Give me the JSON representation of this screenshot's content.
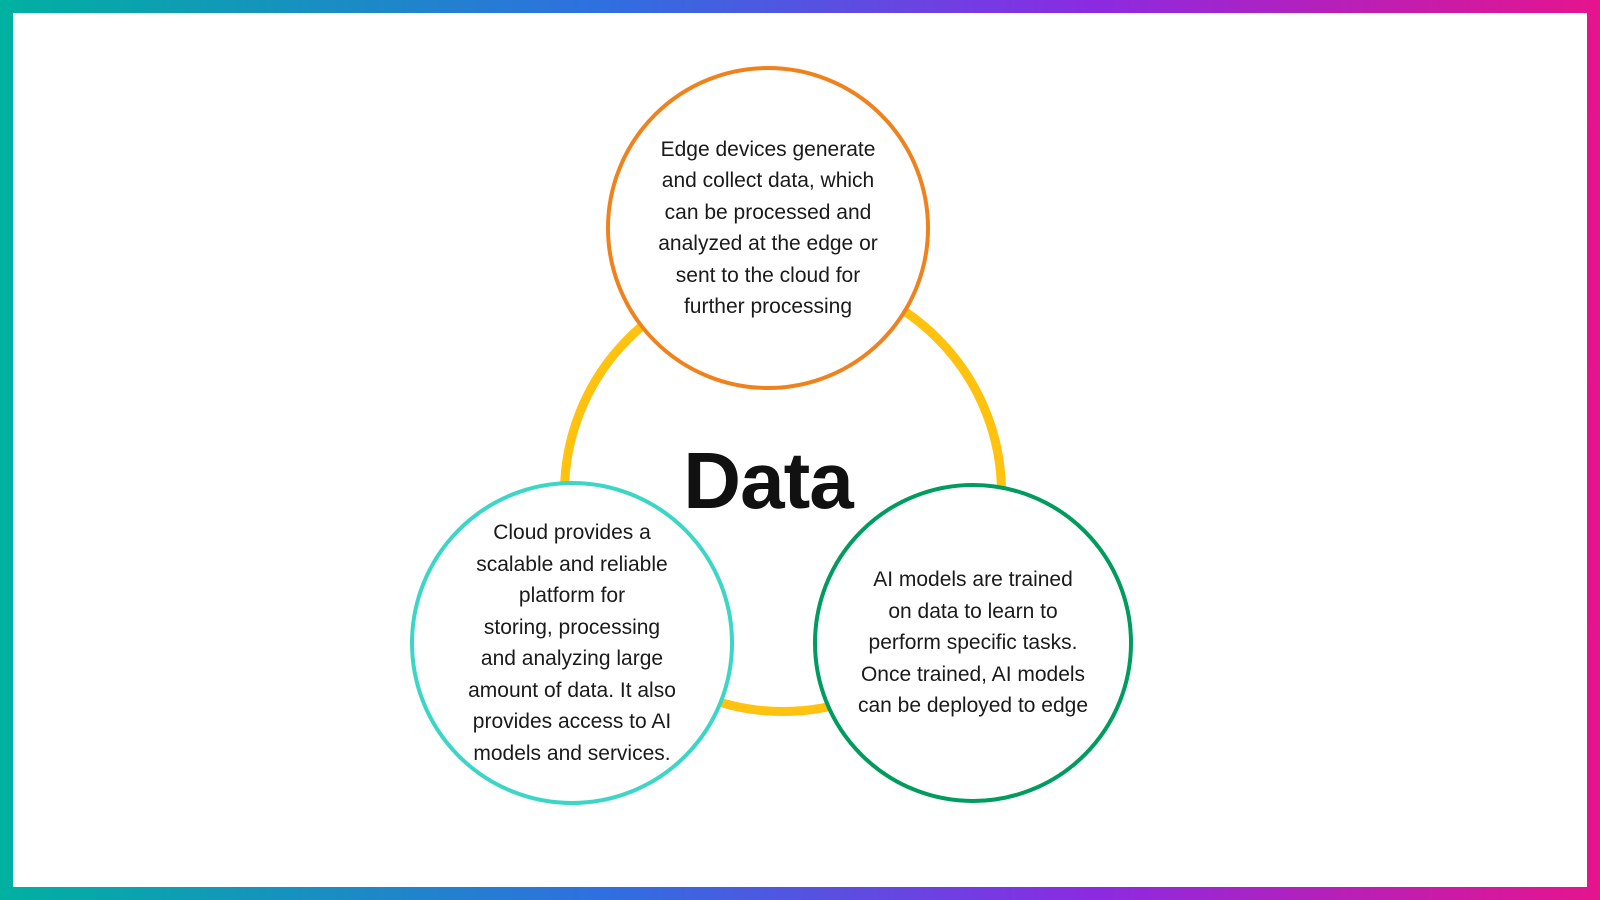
{
  "diagram": {
    "center_label": "Data",
    "ring_color": "#ffc20e",
    "border_gradient": [
      "#00b1a0",
      "#2f6fe0",
      "#8a2be2",
      "#e6148d"
    ],
    "nodes": [
      {
        "id": "edge-devices",
        "color": "#f0821e",
        "text": "Edge devices generate\nand collect data, which\ncan be processed and\nanalyzed at the edge or\nsent to the cloud for\nfurther processing"
      },
      {
        "id": "cloud",
        "color": "#3bd6c6",
        "text": "Cloud provides a\nscalable and reliable\nplatform for\nstoring, processing\nand analyzing large\namount of data. It also\nprovides access to AI\nmodels and services."
      },
      {
        "id": "ai-models",
        "color": "#009c5f",
        "text": "AI models are trained\non data to learn to\nperform specific tasks.\nOnce trained, AI models\ncan be deployed to edge"
      }
    ]
  }
}
